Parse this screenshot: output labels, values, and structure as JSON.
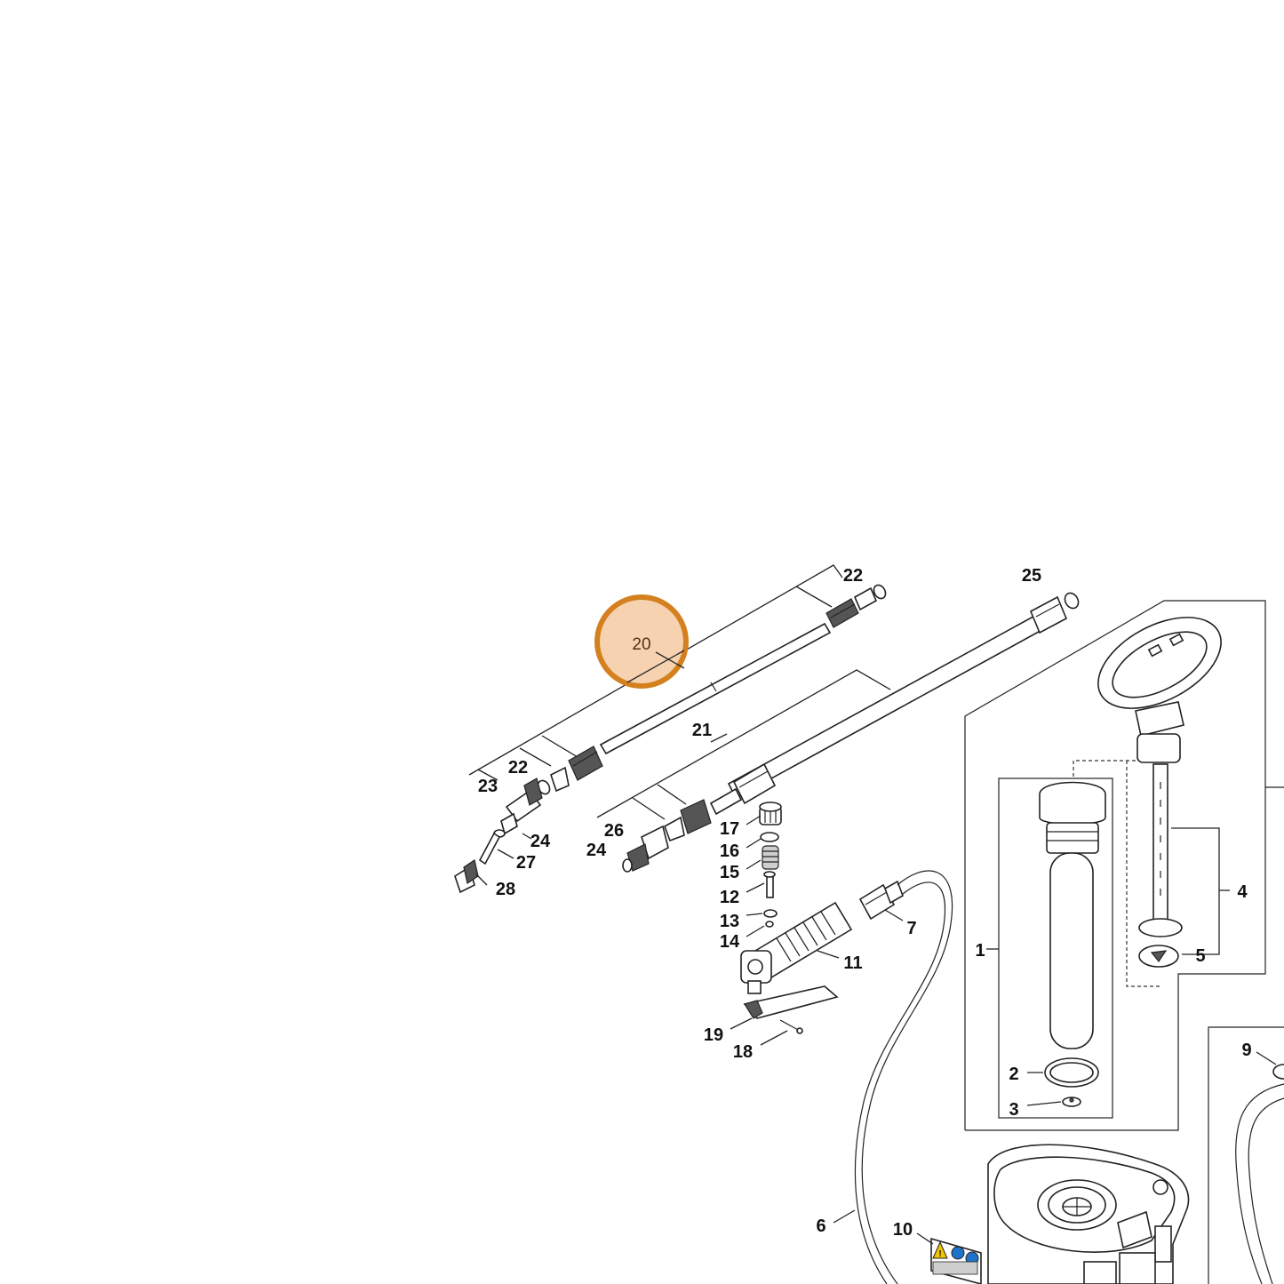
{
  "diagram": {
    "highlight": {
      "label": "20",
      "fill": "#f6d2b0",
      "stroke": "#d4801f"
    },
    "callouts": {
      "c1": "1",
      "c2": "2",
      "c3": "3",
      "c4": "4",
      "c5": "5",
      "c6": "6",
      "c7": "7",
      "c9": "9",
      "c10": "10",
      "c11": "11",
      "c12": "12",
      "c13": "13",
      "c14": "14",
      "c15": "15",
      "c16": "16",
      "c17": "17",
      "c18": "18",
      "c19": "19",
      "c21": "21",
      "c22a": "22",
      "c22b": "22",
      "c23": "23",
      "c24a": "24",
      "c24b": "24",
      "c25": "25",
      "c26": "26",
      "c27": "27",
      "c28": "28"
    },
    "colors": {
      "line": "#222222",
      "text": "#111111",
      "warning": "#f5c400",
      "info": "#1e73c8"
    }
  }
}
